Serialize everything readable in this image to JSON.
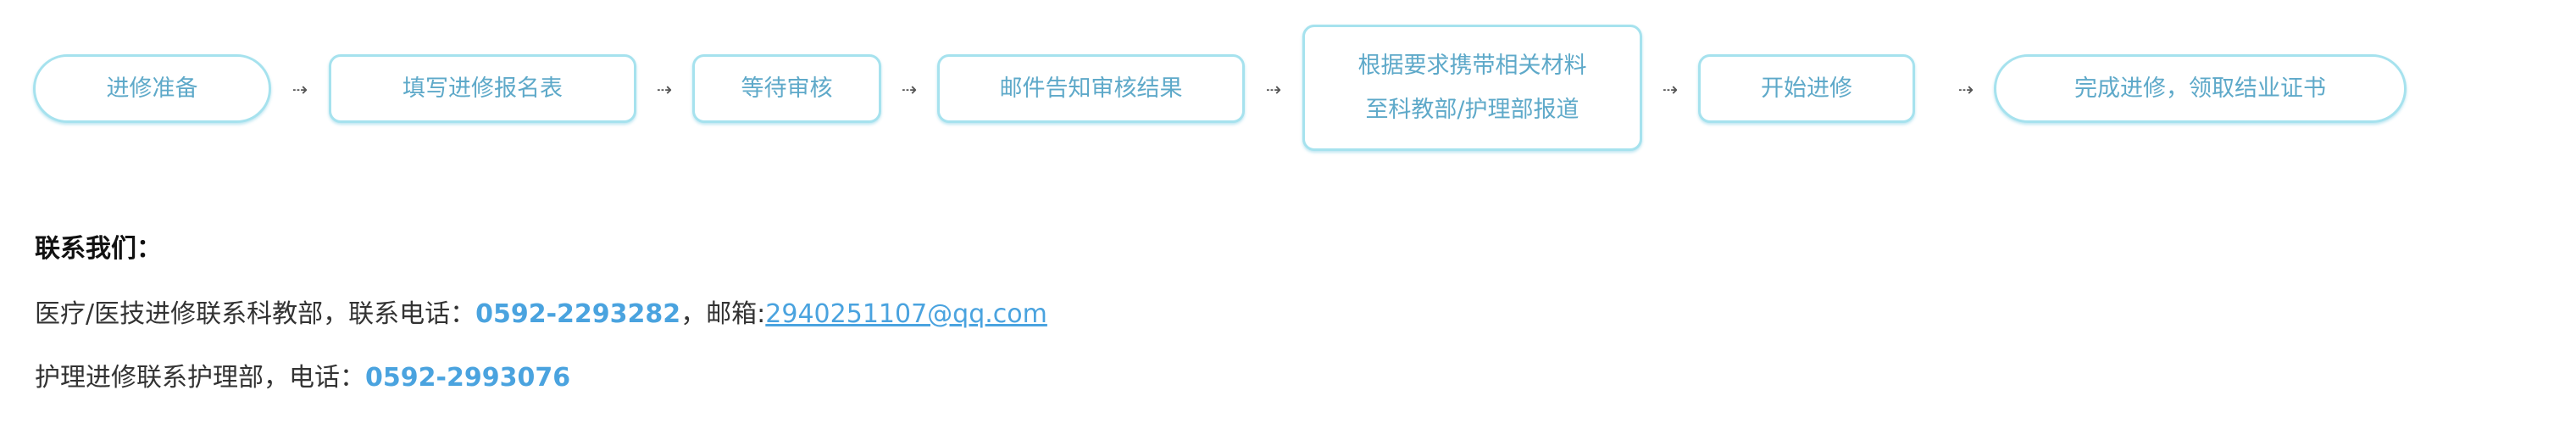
{
  "flow": {
    "steps": [
      {
        "label": "进修准备"
      },
      {
        "label": "填写进修报名表"
      },
      {
        "label": "等待审核"
      },
      {
        "label": "邮件告知审核结果"
      },
      {
        "label_line1": "根据要求携带相关材料",
        "label_line2": "至科教部/护理部报道"
      },
      {
        "label": "开始进修"
      },
      {
        "label": "完成进修，领取结业证书"
      }
    ],
    "arrow_glyph": "⇢"
  },
  "contact": {
    "heading": "联系我们：",
    "medical_prefix": "医疗/医技进修联系科教部，联系电话：",
    "medical_phone": "0592-2293282",
    "email_prefix": "，邮箱:",
    "email": "2940251107@qq.com",
    "nursing_prefix": "护理进修联系护理部，电话：",
    "nursing_phone": "0592-2993076"
  }
}
